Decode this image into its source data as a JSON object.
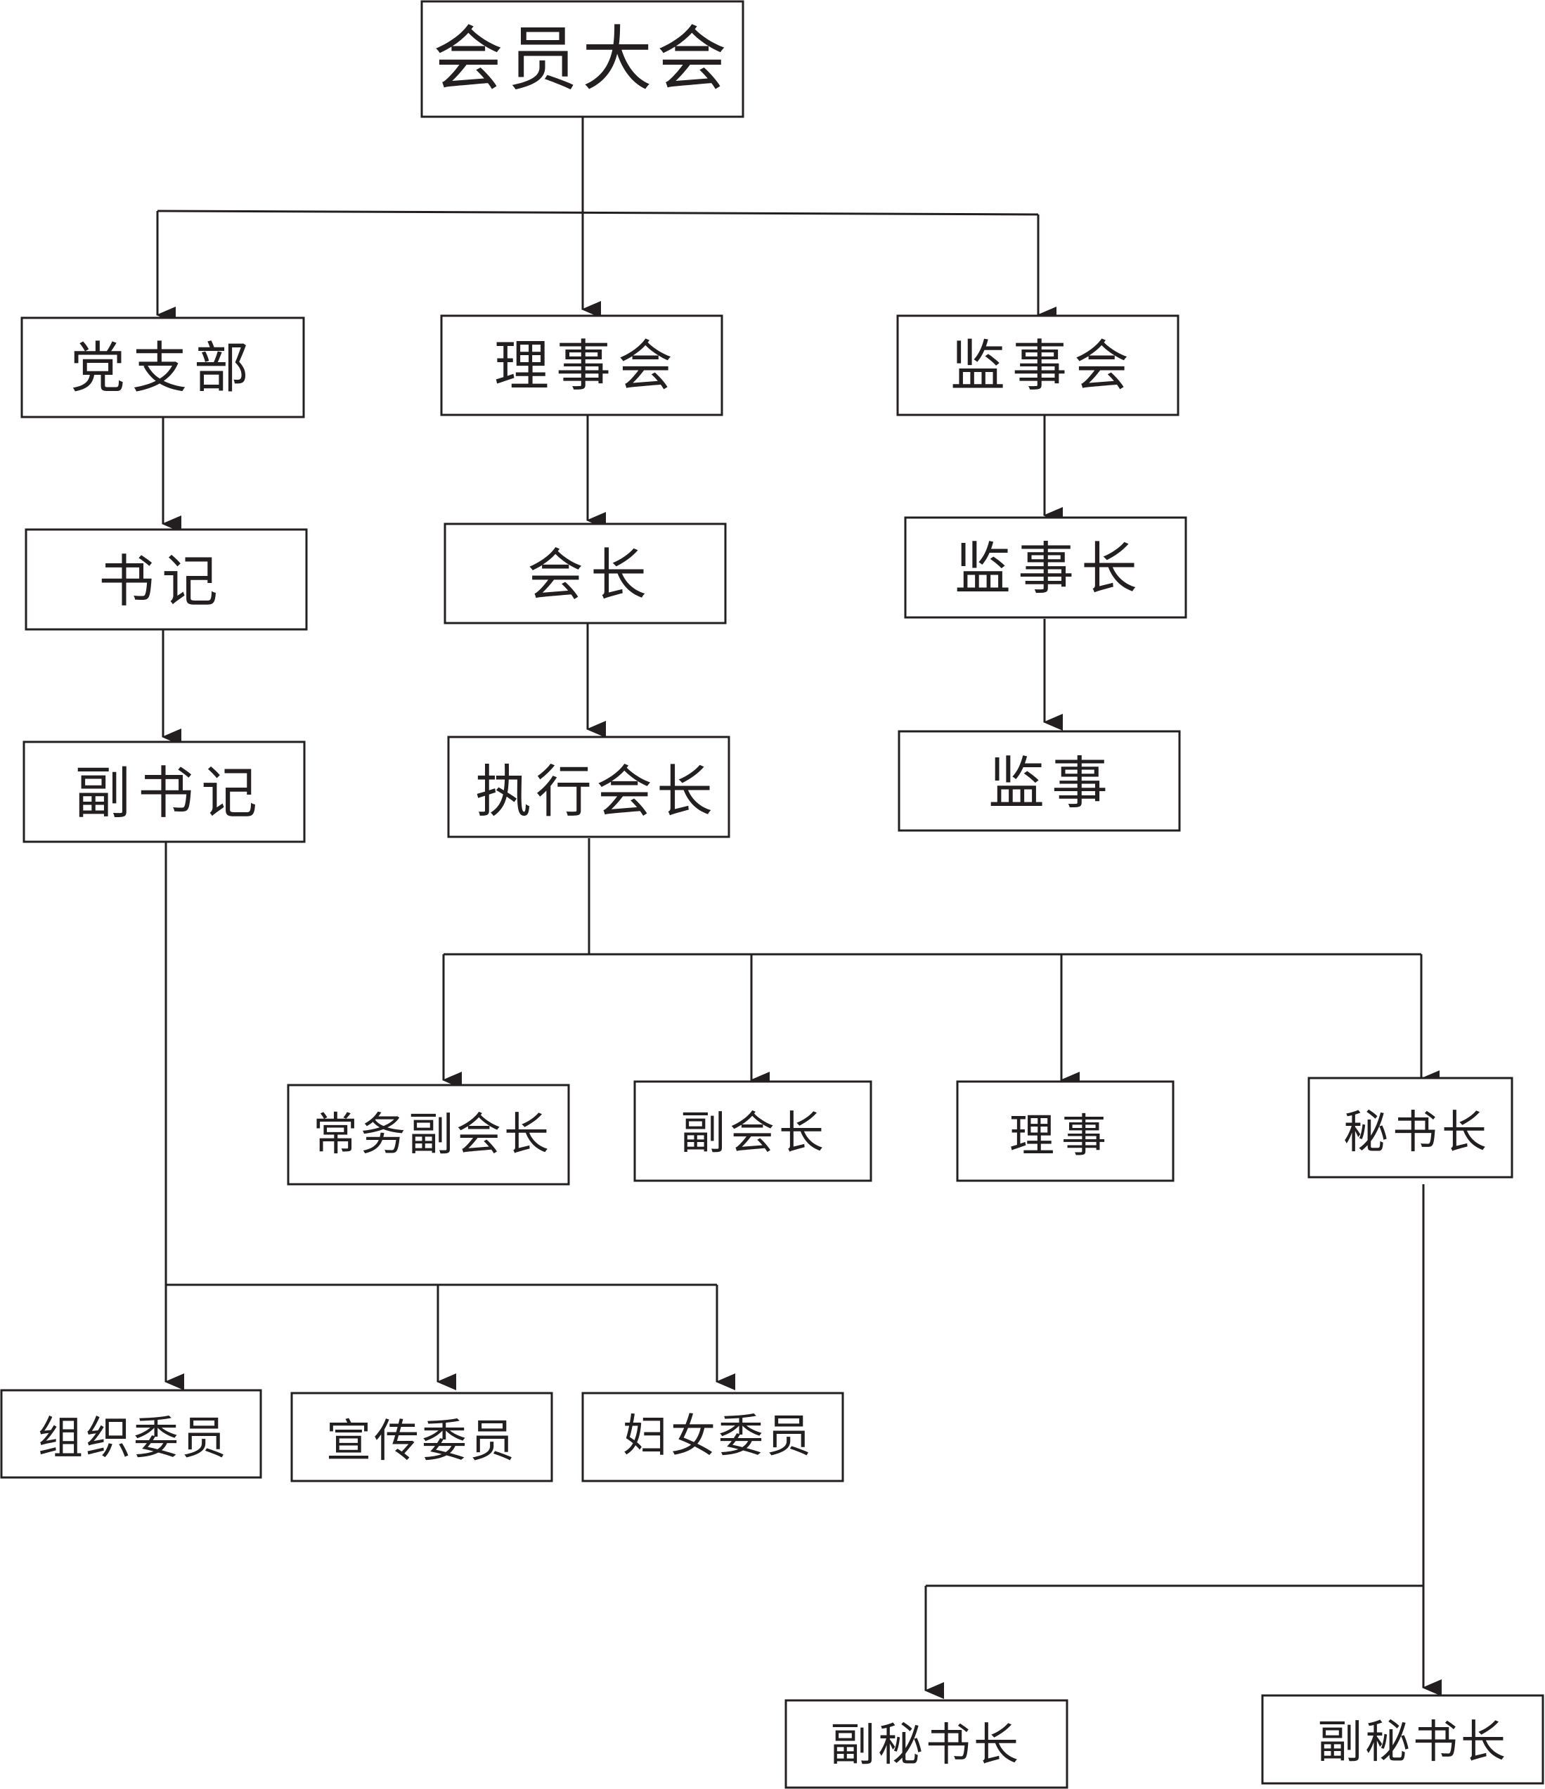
{
  "nodes": {
    "general_assembly": "会员大会",
    "party_branch": "党支部",
    "board_of_directors": "理事会",
    "board_of_supervisors": "监事会",
    "secretary": "书记",
    "president": "会长",
    "chief_supervisor": "监事长",
    "deputy_secretary": "副书记",
    "executive_president": "执行会长",
    "supervisor": "监事",
    "standing_vice_president": "常务副会长",
    "vice_president": "副会长",
    "director": "理事",
    "secretary_general": "秘书长",
    "organization_member": "组织委员",
    "publicity_member": "宣传委员",
    "women_member": "妇女委员",
    "deputy_secretary_general_1": "副秘书长",
    "deputy_secretary_general_2": "副秘书长"
  }
}
